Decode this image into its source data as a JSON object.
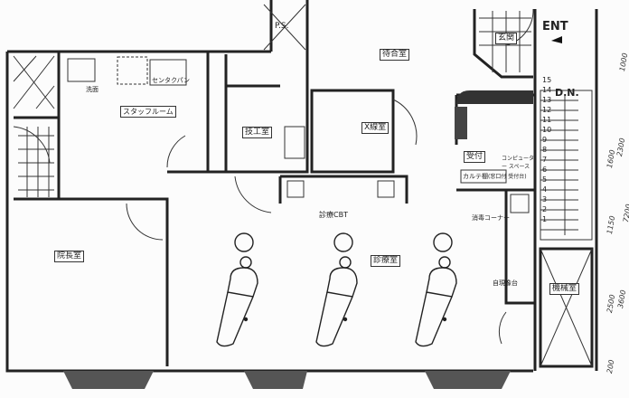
{
  "rooms": {
    "pipe_shaft": "P.S.",
    "entrance": "玄関",
    "entry_mark": "ENT",
    "waiting_room": "待合室",
    "staff_room": "スタッフルーム",
    "laundry_pan": "センタクパン",
    "washbasin": "洗面",
    "technician_room": "技工室",
    "xray_room": "X線室",
    "reception": "受付",
    "chart_shelf": "カルテ棚",
    "computer_space": "コンピューター スペース",
    "reception_counter": "(窓口付 受付台)",
    "down_stairs": "D.N.",
    "treatment_cbt": "診療CBT",
    "sterilization_corner": "消毒コーナー",
    "director_room": "院長室",
    "treatment_room": "診療室",
    "developer_stand": "自現像台",
    "machine_room": "機械室"
  },
  "stair_steps": [
    "1",
    "2",
    "3",
    "4",
    "5",
    "6",
    "7",
    "8",
    "9",
    "10",
    "11",
    "12",
    "13",
    "14",
    "15"
  ],
  "dimensions": [
    "1000",
    "2300",
    "1600",
    "7200",
    "1150",
    "2500",
    "3600",
    "200"
  ]
}
